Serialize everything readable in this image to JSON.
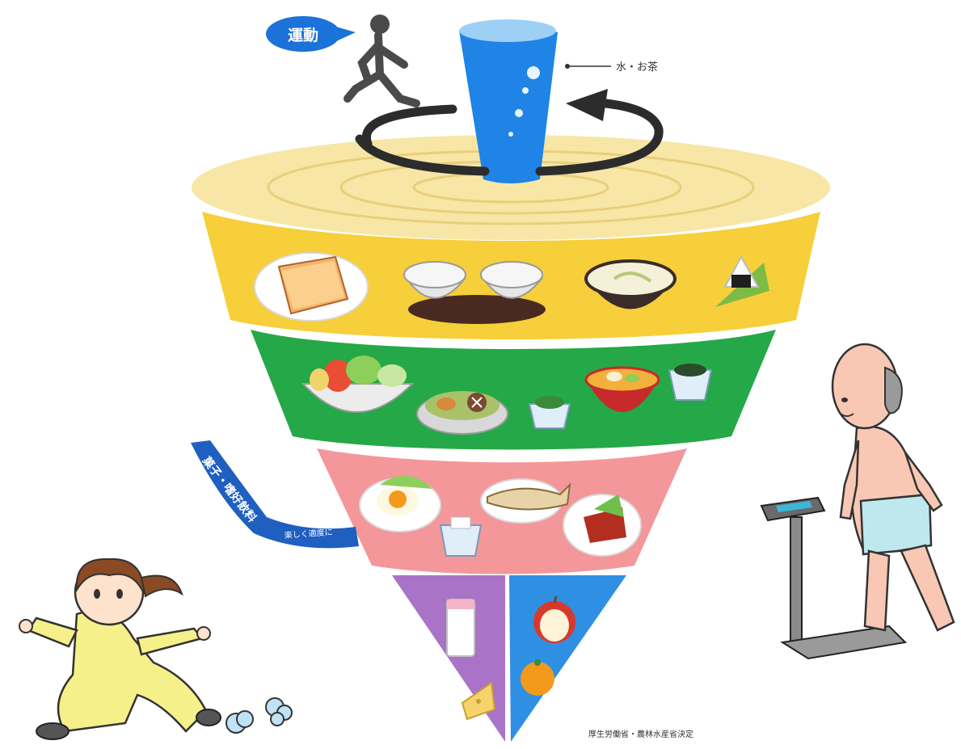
{
  "labels": {
    "exercise": "運動",
    "water_tea": "水・お茶",
    "snacks_part1": "菓子・嗜好飲料",
    "snacks_part2": "楽しく適度に",
    "credit": "厚生労働省・農林水産省決定"
  },
  "colors": {
    "grain_band": "#f6cf3a",
    "vegetable_band": "#25a847",
    "protein_band": "#f4979a",
    "milk_band": "#a973c7",
    "fruit_band": "#2f8fe3",
    "top_disc": "#f7e6a6",
    "water_cup": "#1f84e6",
    "arrow": "#2c2c2c",
    "exercise_bubble": "#1b72d8",
    "snack_ribbon": "#1f5fc0"
  },
  "icons": [
    "runner-icon",
    "water-glass-icon",
    "rotation-arrow-icon",
    "bread-icon",
    "rice-bowl-icon",
    "noodle-bowl-icon",
    "onigiri-icon",
    "salad-bowl-icon",
    "stew-bowl-icon",
    "side-dish-bowl-icon",
    "soup-bowl-icon",
    "fried-egg-icon",
    "grilled-fish-icon",
    "tofu-icon",
    "meat-dish-icon",
    "milk-glass-icon",
    "cheese-icon",
    "apple-icon",
    "orange-icon",
    "running-woman-icon",
    "man-on-scale-icon"
  ]
}
